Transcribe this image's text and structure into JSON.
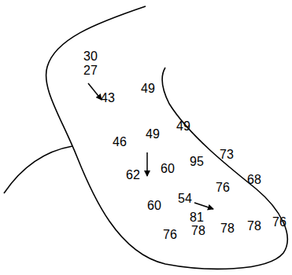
{
  "diagram": {
    "labels": [
      "30",
      "27",
      "43",
      "49",
      "46",
      "49",
      "49",
      "62",
      "60",
      "95",
      "73",
      "60",
      "54",
      "76",
      "68",
      "81",
      "76",
      "78",
      "78",
      "78",
      "76"
    ]
  }
}
